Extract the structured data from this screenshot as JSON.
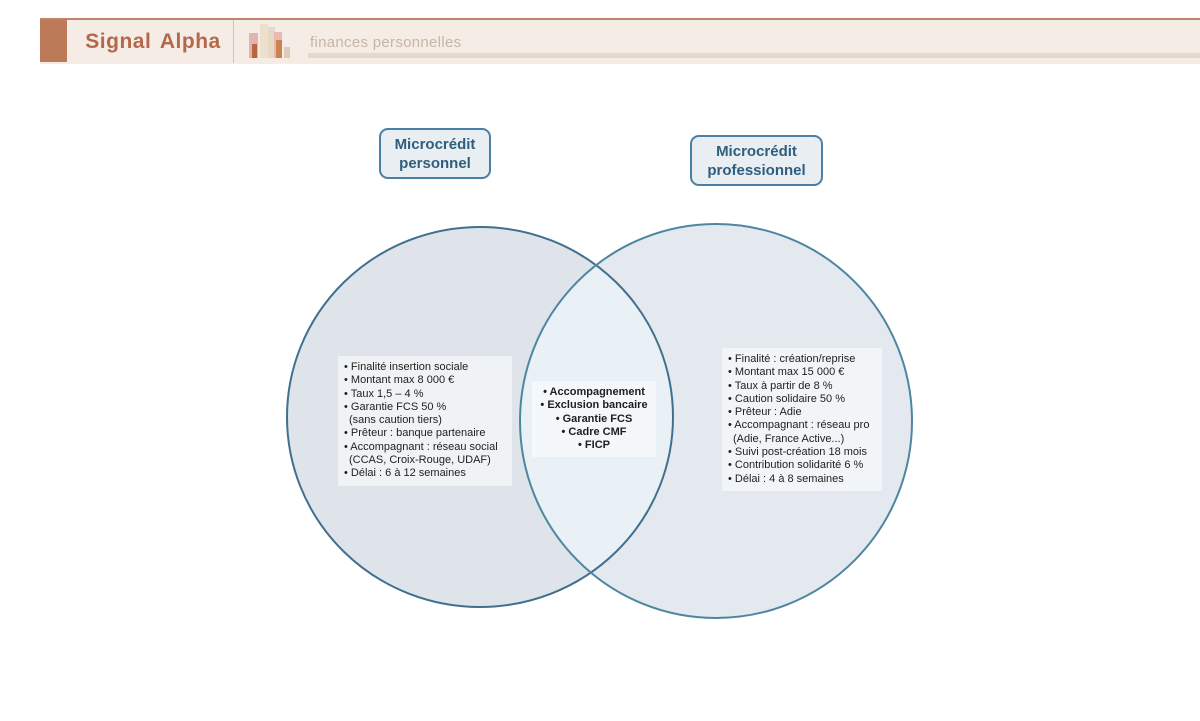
{
  "header": {
    "brand": "Signal Alpha",
    "logo_icon": "bar-chart-icon",
    "subtitle": "finances personnelles",
    "accent_color": "#b5674b",
    "band_color": "#f6ece6",
    "square_color": "#bd7a59",
    "underline_color": "#e4d9cc"
  },
  "diagram": {
    "left": {
      "title_line1": "Microcrédit",
      "title_line2": "personnel",
      "fill": "#dee4ea",
      "stroke": "#41708f",
      "items": [
        "• Finalité insertion sociale",
        "• Montant max 8 000 €",
        "• Taux 1,5 – 4 %",
        "• Garantie FCS 50 %",
        "(sans caution tiers)",
        "• Prêteur : banque partenaire",
        "• Accompagnant : réseau social",
        "(CCAS, Croix-Rouge, UDAF)",
        "• Délai : 6 à 12 semaines"
      ]
    },
    "intersection": {
      "fill": "#e9f1f6",
      "items": [
        "• Accompagnement",
        "• Exclusion bancaire",
        "• Garantie FCS",
        "• Cadre CMF",
        "• FICP"
      ]
    },
    "right": {
      "title_line1": "Microcrédit",
      "title_line2": "professionnel",
      "fill": "#e3e9ee",
      "stroke": "#4e86a2",
      "items": [
        "• Finalité : création/reprise",
        "• Montant max 15 000 €",
        "• Taux à partir de 8 %",
        "• Caution solidaire 50 %",
        "• Prêteur : Adie",
        "• Accompagnant : réseau pro",
        "(Adie, France Active...)",
        "• Suivi post-création 18 mois",
        "• Contribution solidarité 6 %",
        "• Délai : 4 à 8 semaines"
      ]
    },
    "title_text_color": "#2d5e7e",
    "title_border_color": "#4b7fa3"
  }
}
